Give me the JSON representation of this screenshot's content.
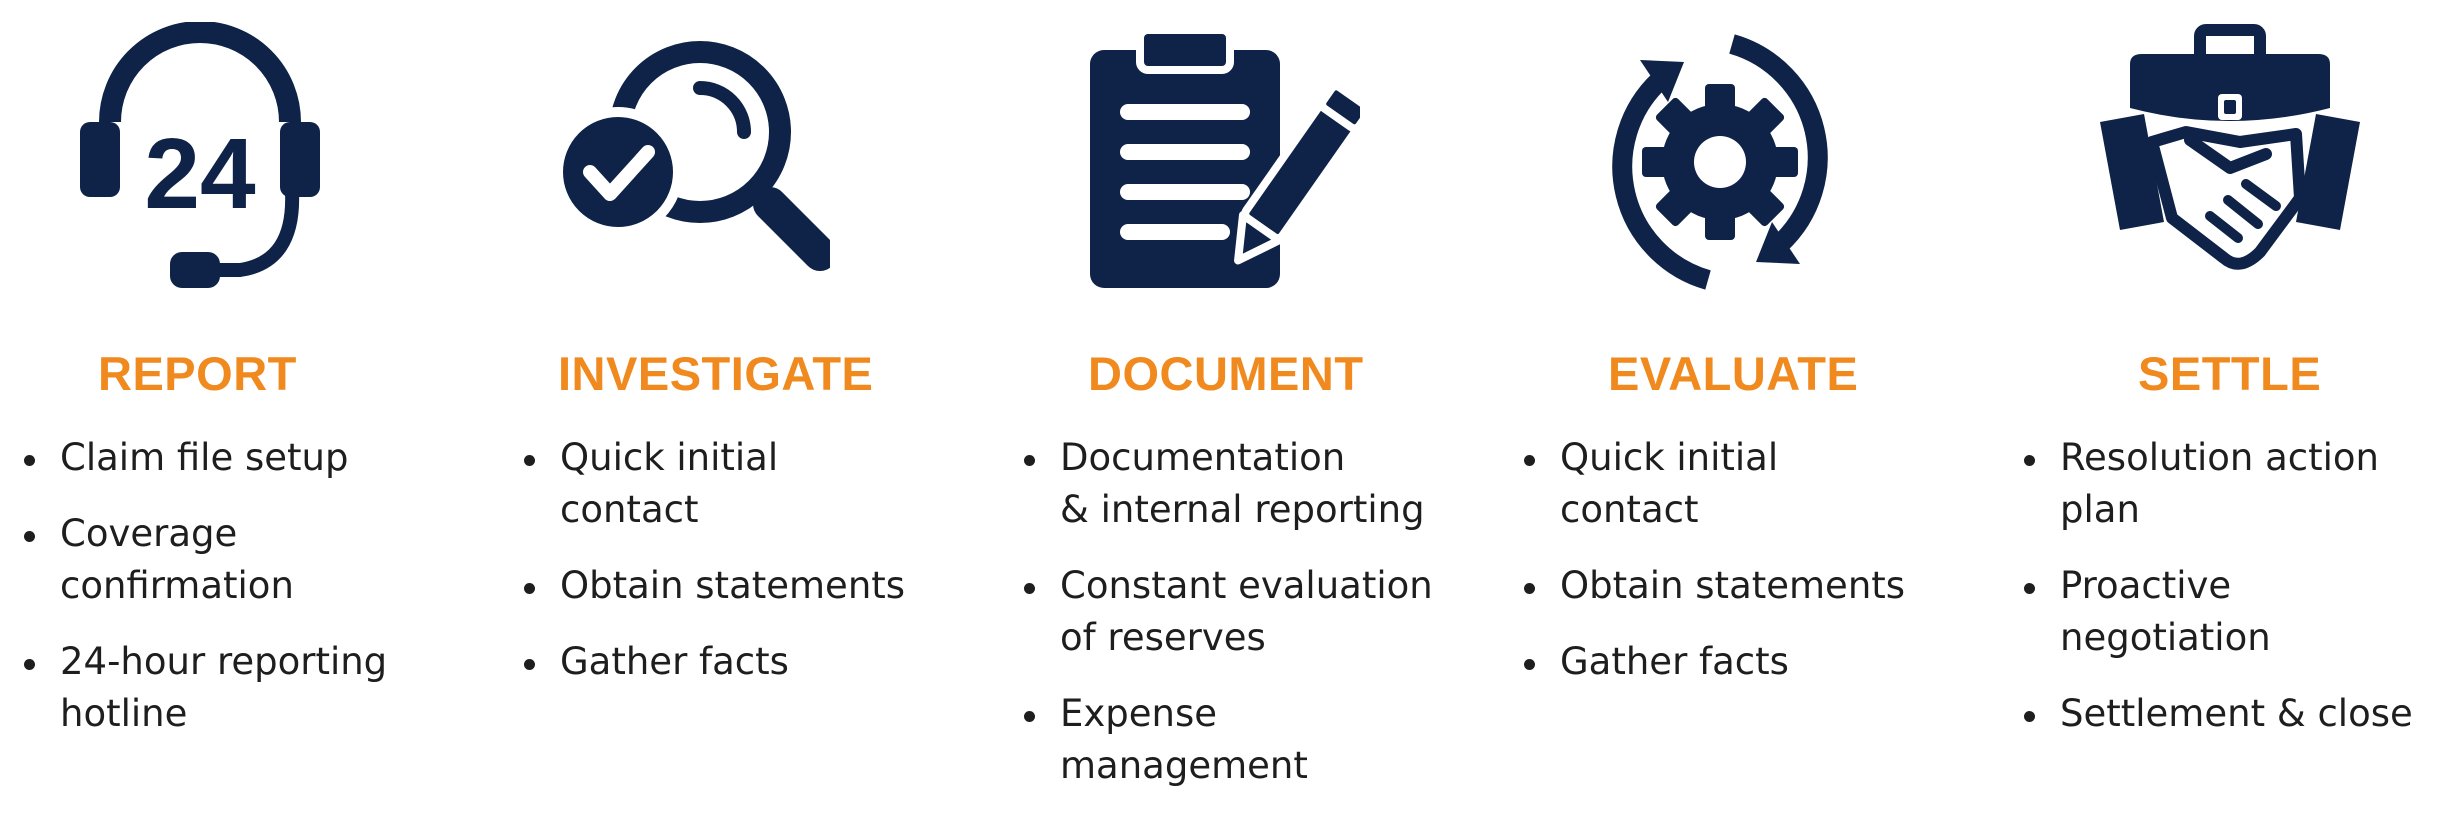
{
  "colors": {
    "navy": "#0e2347",
    "orange": "#f0891e",
    "text": "#1e1e1e"
  },
  "steps": [
    {
      "icon": "headset-24-icon",
      "title": "REPORT",
      "bullets": [
        "Claim file setup",
        "Coverage\nconfirmation",
        "24-hour reporting\nhotline"
      ]
    },
    {
      "icon": "magnifier-check-icon",
      "title": "INVESTIGATE",
      "bullets": [
        "Quick initial\ncontact",
        "Obtain statements",
        "Gather facts"
      ]
    },
    {
      "icon": "clipboard-pencil-icon",
      "title": "DOCUMENT",
      "bullets": [
        "Documentation\n& internal reporting",
        "Constant evaluation\nof reserves",
        "Expense\nmanagement"
      ]
    },
    {
      "icon": "gear-cycle-icon",
      "title": "EVALUATE",
      "bullets": [
        "Quick initial\ncontact",
        "Obtain statements",
        "Gather facts"
      ]
    },
    {
      "icon": "briefcase-handshake-icon",
      "title": "SETTLE",
      "bullets": [
        "Resolution action\nplan",
        "Proactive\nnegotiation",
        "Settlement & close"
      ]
    }
  ],
  "icon_text": {
    "headset_number": "24"
  }
}
